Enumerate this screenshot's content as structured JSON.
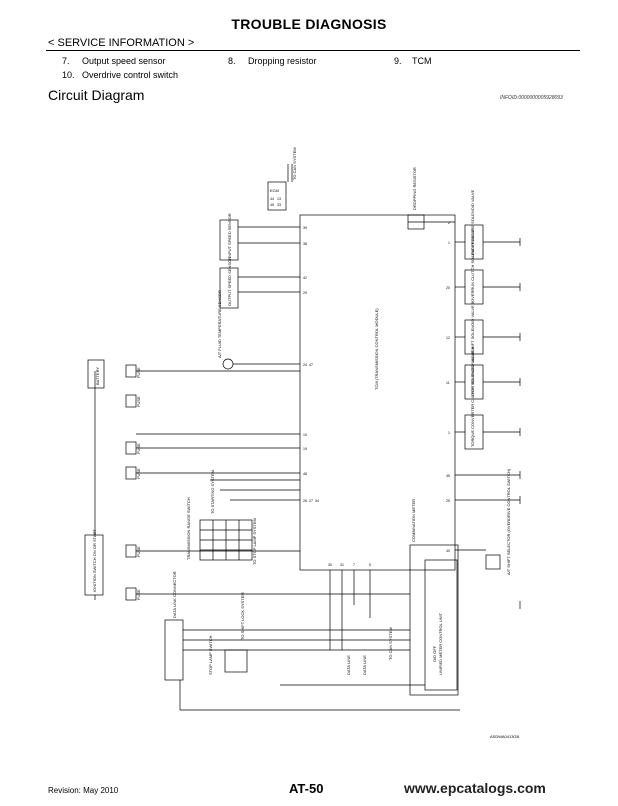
{
  "page": {
    "title": "TROUBLE DIAGNOSIS",
    "section": "< SERVICE INFORMATION >",
    "circuit_heading": "Circuit Diagram",
    "info_id": "INFOID:0000000005928093",
    "figure_id": "ASDWA0413GB",
    "parts_list": [
      {
        "num": "7.",
        "label": "Output speed sensor"
      },
      {
        "num": "8.",
        "label": "Dropping resistor"
      },
      {
        "num": "9.",
        "label": "TCM"
      },
      {
        "num": "10.",
        "label": "Overdrive control switch"
      }
    ],
    "footer": {
      "revision": "Revision: May 2010",
      "page_number": "AT-50",
      "website": "www.epcatalogs.com"
    }
  },
  "diagram": {
    "tcm_label": "TCM (TRANSMISSION CONTROL MODULE)",
    "ecm_label": "ECM",
    "can_label": "TO CAN SYSTEM",
    "dropping_resistor": "DROPPING RESISTOR",
    "battery": "BATTERY",
    "ignition_switch": "IGNITION SWITCH ON OR START",
    "sensors": [
      "INPUT SPEED SENSOR",
      "OUTPUT SPEED SENSOR",
      "A/T FLUID TEMPERATURE SENSOR"
    ],
    "valves": [
      "LINE PRESSURE SOLENOID VALVE",
      "OVERRUN CLUTCH SOLENOID VALVE",
      "SHIFT SOLENOID VALVE B",
      "SHIFT SOLENOID VALVE A",
      "TORQUE CONVERTER CLUTCH SOLENOID VALVE"
    ],
    "fuse": "FUSE",
    "starting_system": "TO STARTING SYSTEM",
    "range_switch": "TRANSMISSION RANGE SWITCH",
    "stop_lamp_system": "TO STOP LAMP SYSTEM",
    "data_link": "DATA LINK CONNECTOR",
    "shift_lock": "TO SHIFT LOCK SYSTEM",
    "stop_lamp_switch": "STOP LAMP SWITCH",
    "data_line": "DATA LINE",
    "combination_meter": "COMBINATION METER",
    "unified_meter": "UNIFIED METER CONTROL UNIT",
    "od_off": "O/D OFF",
    "od_switch": "A/T SHIFT SELECTOR (OVERDRIVE CONTROL SWITCH)",
    "pins_left": [
      "39",
      "38",
      "42",
      "29",
      "24",
      "47",
      "10",
      "19",
      "48",
      "26",
      "27",
      "34"
    ],
    "pins_right": [
      "2",
      "1",
      "20",
      "12",
      "11",
      "1",
      "45",
      "25",
      "40"
    ],
    "pins_bottom": [
      "30",
      "31",
      "7",
      "5"
    ],
    "ecm_pins": [
      "44",
      "13",
      "45",
      "33"
    ]
  }
}
